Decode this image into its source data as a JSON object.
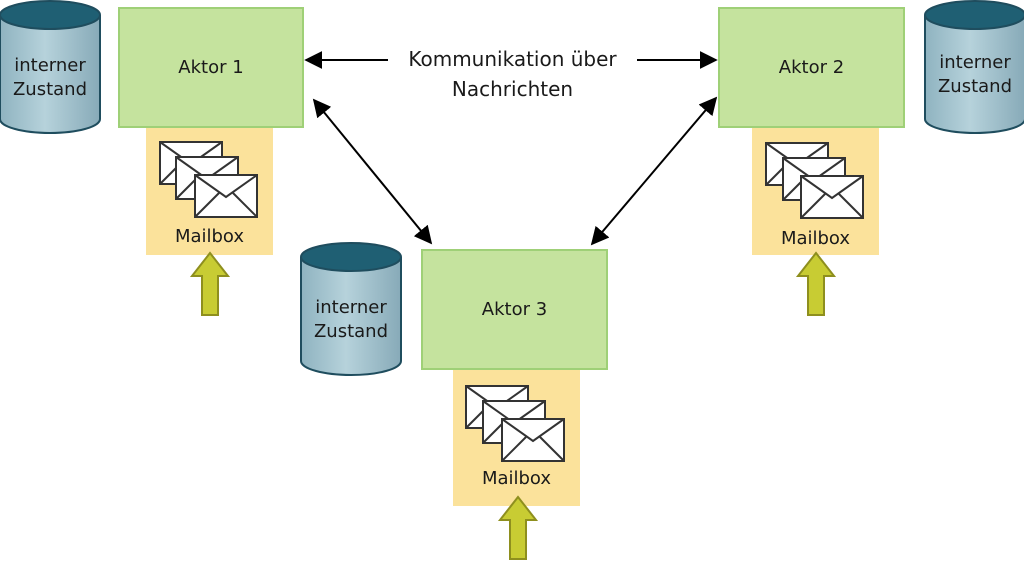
{
  "diagram": {
    "caption_line1": "Kommunikation über",
    "caption_line2": "Nachrichten",
    "actors": [
      {
        "label": "Aktor 1",
        "mailbox_label": "Mailbox",
        "state_line1": "interner",
        "state_line2": "Zustand"
      },
      {
        "label": "Aktor 2",
        "mailbox_label": "Mailbox",
        "state_line1": "interner",
        "state_line2": "Zustand"
      },
      {
        "label": "Aktor 3",
        "mailbox_label": "Mailbox",
        "state_line1": "interner",
        "state_line2": "Zustand"
      }
    ]
  },
  "colors": {
    "actor_fill": "#c5e39e",
    "mailbox_fill": "#fbe29b",
    "state_fill": "#aac9d3",
    "inbound_arrow": "#c8cc33",
    "message_arrow": "#000000"
  },
  "icons": [
    "envelope-icon",
    "database-icon",
    "up-arrow-icon",
    "double-arrow-icon"
  ]
}
